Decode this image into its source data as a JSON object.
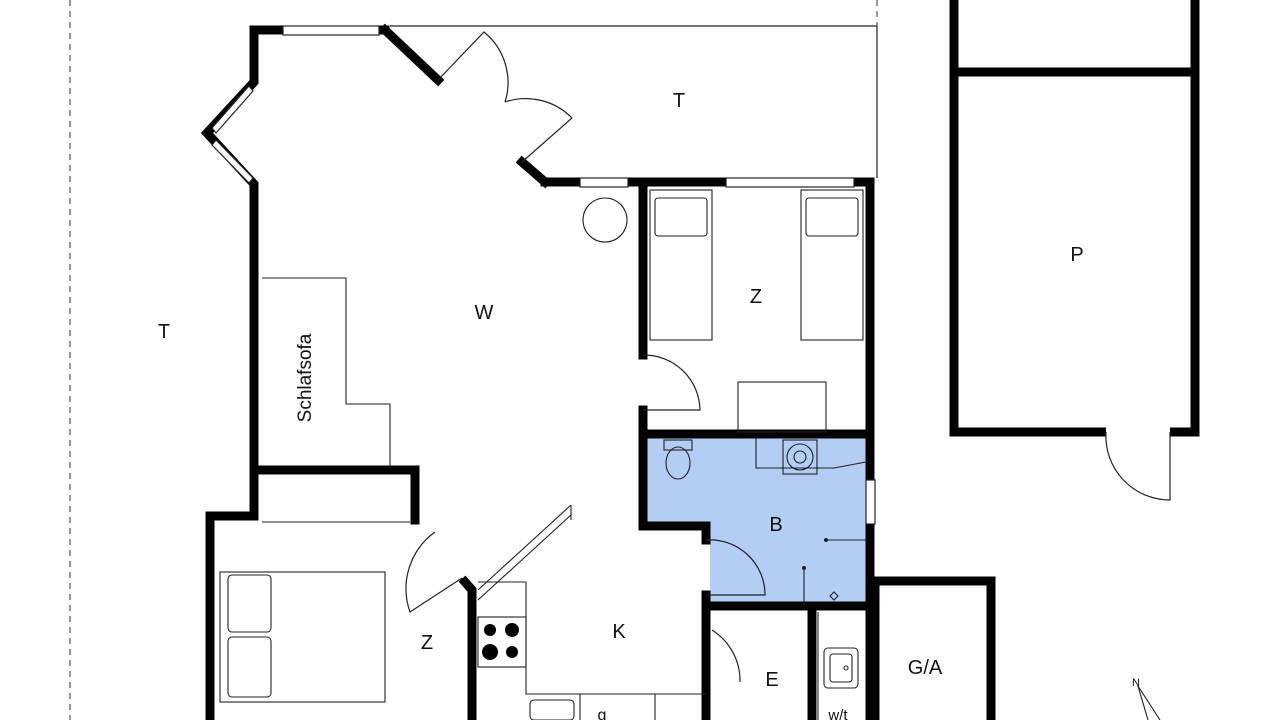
{
  "plan": {
    "colors": {
      "wall": "#000000",
      "bathroom_fill": "#b3cdf5",
      "line": "#222222",
      "dashed": "#555555",
      "background": "#ffffff"
    },
    "rooms": [
      {
        "key": "terrace_top",
        "label": "T"
      },
      {
        "key": "terrace_left",
        "label": "T"
      },
      {
        "key": "living",
        "label": "W"
      },
      {
        "key": "bedroom_top",
        "label": "Z"
      },
      {
        "key": "bedroom_bottom",
        "label": "Z"
      },
      {
        "key": "bathroom",
        "label": "B"
      },
      {
        "key": "kitchen",
        "label": "K"
      },
      {
        "key": "entrance",
        "label": "E"
      },
      {
        "key": "storage",
        "label": "G/A"
      },
      {
        "key": "parking",
        "label": "P"
      }
    ],
    "furniture": {
      "sofa_label": "Schlafsofa",
      "washer_label": "w/t",
      "fridge_label": "g"
    },
    "north_indicator": "N",
    "icons": [
      "toilet-icon",
      "sink-icon",
      "stove-icon",
      "shower-icon",
      "north-arrow-icon"
    ]
  }
}
